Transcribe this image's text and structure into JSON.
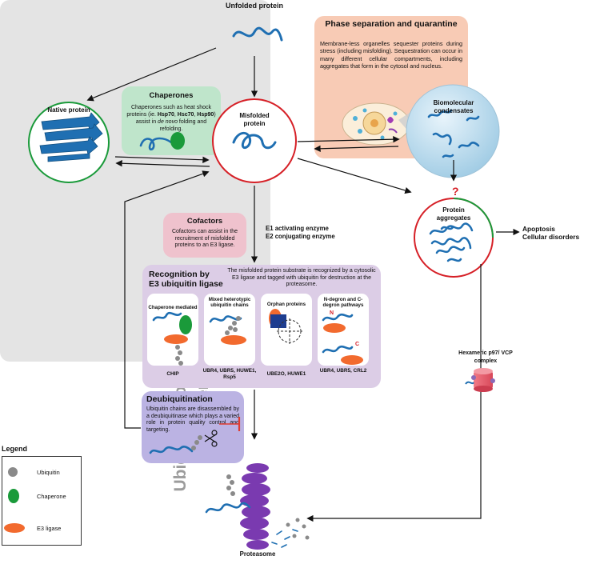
{
  "unfolded": {
    "title": "Unfolded protein"
  },
  "native": {
    "title": "Native protein"
  },
  "misfolded": {
    "title": "Misfolded protein"
  },
  "aggregates": {
    "title": "Protein aggregates"
  },
  "outcomes": {
    "line1": "Apoptosis",
    "line2": "Cellular disorders"
  },
  "phase": {
    "title": "Phase separation and quarantine",
    "body": "Membrane-less organelles sequester proteins during stress (including misfolding). Sequestration can occur in many different cellular compartments, including aggregates that form in the cytosol and nucleus."
  },
  "condensates": {
    "title": "Biomolecular condensates"
  },
  "question_mark": "?",
  "chaperones": {
    "title": "Chaperones",
    "body_pre": "Chaperones such as heat shock proteins (ie. ",
    "hsp70": "Hsp70",
    "sep1": ", ",
    "hsc70": "Hsc70",
    "sep2": ", ",
    "hsp90": "Hsp90",
    "body_mid": ") assist in ",
    "de_novo": "de novo",
    "body_post": " folding and refolding."
  },
  "cofactors": {
    "title": "Cofactors",
    "body": "Cofactors can assist in the recruitment of misfolded proteins to an E3 ligase."
  },
  "enzymes": {
    "e1": "E1 activating enzyme",
    "e2": "E2 conjugating enzyme"
  },
  "recognition": {
    "title_line1": "Recognition by",
    "title_line2": "E3 ubiquitin ligase",
    "description": "The misfolded protein substrate is recognized by a cytosolic E3 ligase and tagged with ubiquitin for destruction at the proteasome.",
    "cards": [
      {
        "title": "Chaperone mediated",
        "ligases": "CHIP"
      },
      {
        "title": "Mixed heterotypic ubiquitin chains",
        "ligases": "UBR4, UBR5, HUWE1, Rsp5"
      },
      {
        "title": "Orphan proteins",
        "ligases": "UBE2O, HUWE1"
      },
      {
        "title": "N-degron and C-degron pathways",
        "ligases": "UBR4, UBR5, CRL2"
      }
    ],
    "degron_n": "N",
    "degron_c": "C"
  },
  "deubiquitination": {
    "title": "Deubiquitination",
    "body": "Ubiquitin chains are disassembled by a deubiquitinase which plays a varied role in protein quality control and targeting."
  },
  "p97": {
    "label": "Hexameric p97/ VCP complex"
  },
  "proteasome": {
    "label": "Proteasome"
  },
  "system_label": "Ubiquitin Proteasome System",
  "legend": {
    "title": "Legend",
    "items": [
      {
        "label": "Ubiquitin",
        "color": "#8a8a8a"
      },
      {
        "label": "Chaperone",
        "color": "#1a9a3a"
      },
      {
        "label": "E3 ligase",
        "color": "#f26a2e"
      }
    ]
  },
  "colors": {
    "protein_blue": "#1f6fb2",
    "native_ring": "#1a9a3a",
    "misfolded_ring": "#d62027",
    "inhibit_red": "#e03c31",
    "proteasome_purple": "#7a3ab0"
  }
}
